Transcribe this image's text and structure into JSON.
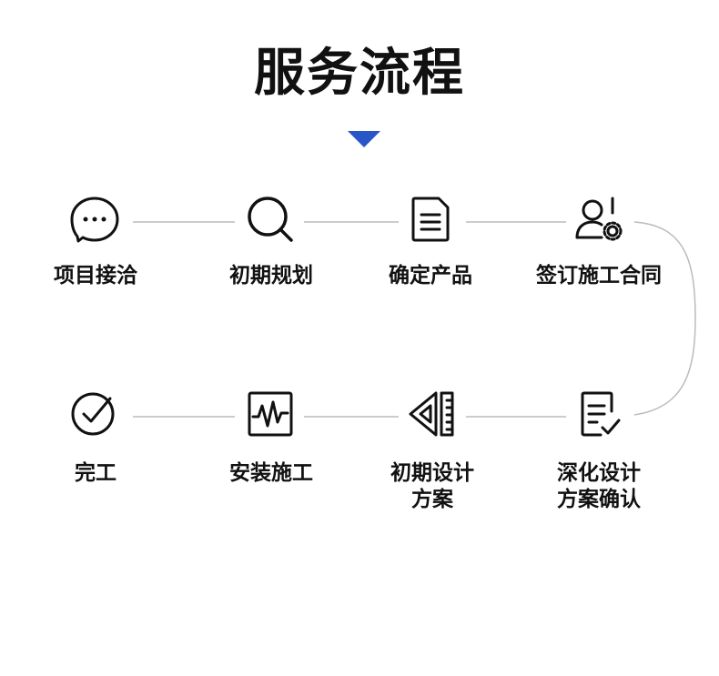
{
  "header": {
    "title": "服务流程"
  },
  "colors": {
    "accent": "#2a55c6",
    "connector": "#bbbbbb",
    "ink": "#111111"
  },
  "steps": [
    {
      "icon": "chat-bubble-icon",
      "lines": [
        "项目接洽"
      ]
    },
    {
      "icon": "magnifier-icon",
      "lines": [
        "初期规划"
      ]
    },
    {
      "icon": "document-icon",
      "lines": [
        "确定产品"
      ]
    },
    {
      "icon": "user-settings-icon",
      "lines": [
        "签订施工合同"
      ]
    },
    {
      "icon": "edit-document-icon",
      "lines": [
        "深化设计",
        "方案确认"
      ]
    },
    {
      "icon": "ruler-triangle-icon",
      "lines": [
        "初期设计",
        "方案"
      ]
    },
    {
      "icon": "waveform-icon",
      "lines": [
        "安装施工"
      ]
    },
    {
      "icon": "check-circle-icon",
      "lines": [
        "完工"
      ]
    }
  ]
}
